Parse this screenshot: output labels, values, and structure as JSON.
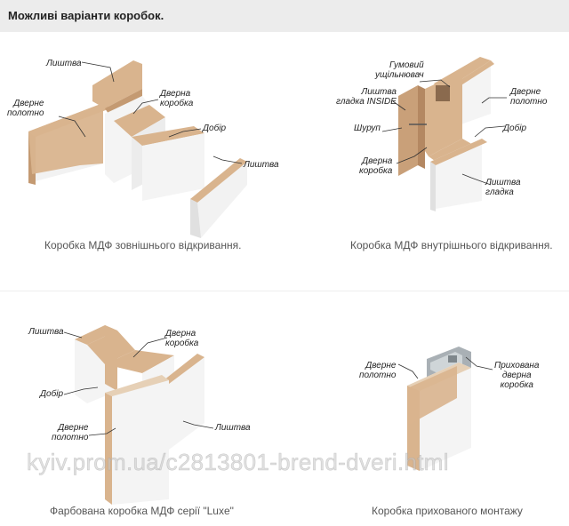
{
  "header": {
    "title": "Можливі варіанти коробок."
  },
  "panels": [
    {
      "caption": "Коробка МДФ зовнішнього відкривання.",
      "labels": {
        "lyshtva_top": "Лиштва",
        "dverne_polotno": "Дверне\nполотно",
        "dverna_korobka": "Дверна\nкоробка",
        "dobir": "Добір",
        "lyshtva_right": "Лиштва"
      }
    },
    {
      "caption": "Коробка МДФ внутрішнього відкривання.",
      "labels": {
        "gumovyi": "Гумовий\nущільнювач",
        "lyshtva_inside": "Лиштва\nгладка INSIDE",
        "dverne_polotno": "Дверне\nполотно",
        "shurup": "Шуруп",
        "dobir": "Добір",
        "dverna_korobka": "Дверна\nкоробка",
        "lyshtva_gladka": "Лиштва\nгладка"
      }
    },
    {
      "caption": "Фарбована коробка МДФ серії \"Luxe\"",
      "labels": {
        "lyshtva_top": "Лиштва",
        "dverna_korobka": "Дверна\nкоробка",
        "dobir": "Добір",
        "dverne_polotno": "Дверне\nполотно",
        "lyshtva_right": "Лиштва"
      }
    },
    {
      "caption": "Коробка прихованого монтажу",
      "labels": {
        "dverne_polotno": "Дверне\nполотно",
        "prykhovana": "Прихована\nдверна\nкоробка"
      }
    }
  ],
  "watermark": "kyiv.prom.ua/c2813801-brend-dveri.html",
  "colors": {
    "header_bg": "#ececec",
    "wood": "#d9b48e",
    "wood_dark": "#c49a72",
    "white_face": "#f4f4f4",
    "white_shade": "#e2e2e2",
    "metal": "#a9b0b5"
  }
}
